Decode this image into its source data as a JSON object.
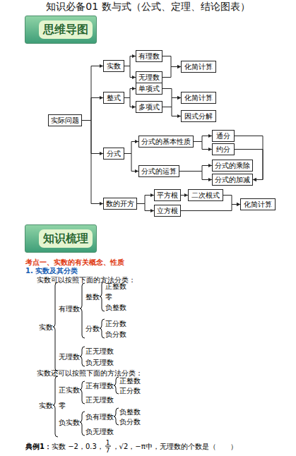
{
  "diagram": {
    "title": "知识必备01 数与式（公式、定理、结论图表）",
    "nodes": [
      {
        "text": [
          "思维导图"
        ]
      },
      {
        "text": [
          "实际问题"
        ]
      },
      {
        "text": [
          "实数"
        ]
      },
      {
        "text": [
          "整式"
        ]
      },
      {
        "text": [
          "分式"
        ]
      },
      {
        "text": [
          "数的开方"
        ]
      },
      {
        "text": [
          "有理数"
        ]
      },
      {
        "text": [
          "无理数"
        ]
      },
      {
        "text": [
          "化简计算"
        ]
      },
      {
        "text": [
          "单项式"
        ]
      },
      {
        "text": [
          "多项式"
        ]
      },
      {
        "text": [
          "化简计算"
        ]
      },
      {
        "text": [
          "因式分解"
        ]
      },
      {
        "text": [
          "分式的基本性质"
        ]
      },
      {
        "text": [
          "通分"
        ]
      },
      {
        "text": [
          "约分"
        ]
      },
      {
        "text": [
          "分式的运算"
        ]
      },
      {
        "text": [
          "分式的乘除"
        ]
      },
      {
        "text": [
          "分式的加减"
        ]
      },
      {
        "text": [
          "平方根"
        ]
      },
      {
        "text": [
          "立方根"
        ]
      },
      {
        "text": [
          "二次根式"
        ]
      },
      {
        "text": [
          "化简计算"
        ]
      },
      {
        "text": [
          "知识梳理"
        ]
      }
    ],
    "edges": [
      {
        "from": 1,
        "to": 2,
        "arrow": "to"
      },
      {
        "from": 1,
        "to": 3,
        "arrow": "to"
      },
      {
        "from": 1,
        "to": 4,
        "arrow": "to"
      },
      {
        "from": 1,
        "to": 5,
        "arrow": "to"
      },
      {
        "from": 2,
        "to": 6,
        "arrow": "to"
      },
      {
        "from": 2,
        "to": 7,
        "arrow": "to"
      },
      {
        "from": 6,
        "to": 8,
        "arrow": "to"
      },
      {
        "from": 7,
        "to": 8,
        "arrow": "to"
      },
      {
        "from": 3,
        "to": 9,
        "arrow": "to"
      },
      {
        "from": 3,
        "to": 10,
        "arrow": "to"
      },
      {
        "from": 9,
        "to": 11,
        "arrow": "to"
      },
      {
        "from": 10,
        "to": 11,
        "arrow": "to"
      },
      {
        "from": 10,
        "to": 12,
        "arrow": "to"
      },
      {
        "from": 4,
        "to": 13,
        "arrow": "to"
      },
      {
        "from": 4,
        "to": 16,
        "arrow": "to"
      },
      {
        "from": 13,
        "to": 14,
        "arrow": "to"
      },
      {
        "from": 13,
        "to": 15,
        "arrow": "to"
      },
      {
        "from": 14,
        "to": 18,
        "arrow": "to"
      },
      {
        "from": 15,
        "to": 18,
        "arrow": "to"
      },
      {
        "from": 16,
        "to": 17,
        "arrow": "to"
      },
      {
        "from": 16,
        "to": 18,
        "arrow": "to"
      },
      {
        "from": 5,
        "to": 19,
        "arrow": "to"
      },
      {
        "from": 5,
        "to": 20,
        "arrow": "to"
      },
      {
        "from": 19,
        "to": 21,
        "arrow": "to"
      },
      {
        "from": 21,
        "to": 22,
        "arrow": "to"
      },
      {
        "from": 20,
        "to": 22,
        "arrow": "to"
      }
    ],
    "labels": [
      "考点一、实数的有关概念、性质",
      "1. 实数及其分类",
      "实数可以按照下面的方法分类：",
      "实数",
      "有理数",
      "整数",
      "正整数",
      "零",
      "负整数",
      "分数",
      "正分数",
      "负分数",
      "无理数",
      "正无理数",
      "负无理数",
      "实数还可以按照下面的方法分类：",
      "实数",
      "正实数",
      "正有理数",
      "正整数",
      "正分数",
      "正无理数",
      "零",
      "负实数",
      "负有理数",
      "负整数",
      "负分数",
      "负无理数",
      "典例1：",
      "实数 −2，0.3，",
      "1",
      "7",
      "，√2，−π中，无理数的个数是（　　）"
    ]
  }
}
